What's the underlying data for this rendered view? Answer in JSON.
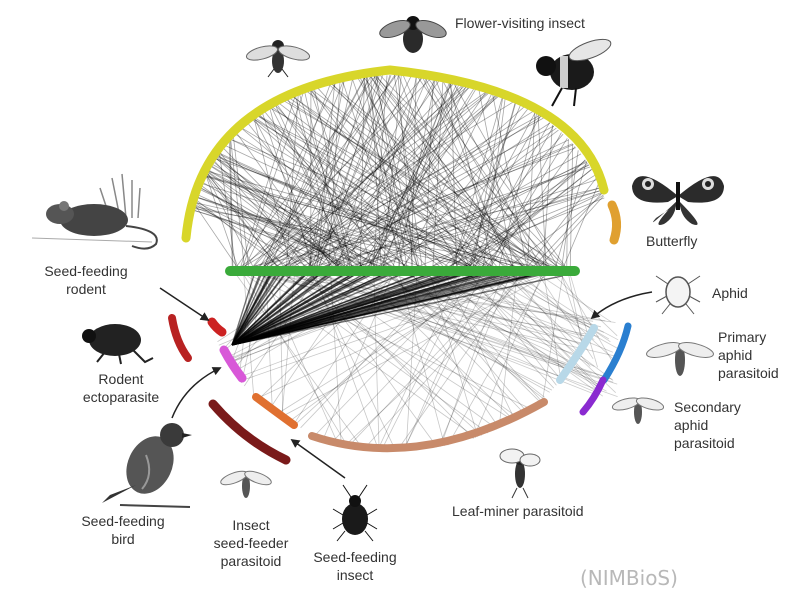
{
  "labels": {
    "flower_visiting_insect": "Flower-visiting insect",
    "butterfly": "Butterfly",
    "aphid": "Aphid",
    "primary_aphid_parasitoid": "Primary\naphid\nparasitoid",
    "secondary_aphid_parasitoid": "Secondary\naphid\nparasitoid",
    "leaf_miner_parasitoid": "Leaf-miner parasitoid",
    "seed_feeding_insect": "Seed-feeding\ninsect",
    "insect_seed_feeder_parasitoid": "Insect\nseed-feeder\nparasitoid",
    "seed_feeding_bird": "Seed-feeding\nbird",
    "rodent_ectoparasite": "Rodent\nectoparasite",
    "seed_feeding_rodent": "Seed-feeding\nrodent"
  },
  "credit": "(NIMBioS)",
  "colors": {
    "flower_visiting_insect": "#d8d62a",
    "butterfly": "#e0a030",
    "plants": "#3aaa3a",
    "aphid": "#b8d8e8",
    "primary_aphid_parasitoid": "#2a7fd0",
    "secondary_aphid_parasitoid": "#8a2ad0",
    "leaf_miner_parasitoid": "#c88a6a",
    "insect_seed_feeder_parasitoid": "#e07030",
    "seed_feeding_bird": "#7a1a1a",
    "seed_feeding_rodent": "#cc2222",
    "rodent_ectoparasite": "#b82222",
    "seed_feeding_insect": "#d858d8"
  },
  "icons": [
    "fly-icon",
    "bee-icon",
    "bumblebee-icon",
    "butterfly-icon",
    "aphid-icon",
    "wasp-icon",
    "mouse-icon",
    "flea-icon",
    "bird-icon",
    "beetle-icon"
  ]
}
